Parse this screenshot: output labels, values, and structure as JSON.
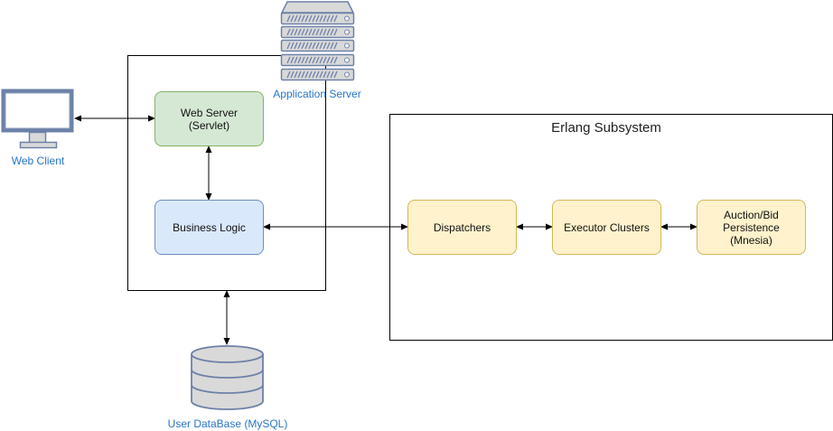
{
  "nodes": {
    "web_client": "Web Client",
    "application_server": "Application Server",
    "web_server": "Web Server\n(Servlet)",
    "business_logic": "Business Logic",
    "user_database": "User DataBase (MySQL)",
    "erlang_subsystem": "Erlang Subsystem",
    "dispatchers": "Dispatchers",
    "executor_clusters": "Executor Clusters",
    "persistence": "Auction/Bid\nPersistence\n(Mnesia)"
  },
  "colors": {
    "icon_fill": "#d9d9d9",
    "icon_stroke": "#6d81a8",
    "label_blue": "#2775c7",
    "green_fill": "#d5e8d4",
    "blue_fill": "#dae8fc",
    "yellow_fill": "#fff2cc"
  },
  "icons": [
    "monitor-icon",
    "server-rack-icon",
    "database-icon"
  ]
}
